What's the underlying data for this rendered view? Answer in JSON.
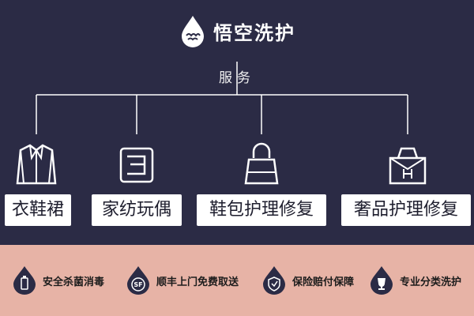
{
  "brand": {
    "name": "悟空洗护",
    "logo_icon": "water-drop-cloud-icon"
  },
  "root": {
    "label": "服务"
  },
  "categories": [
    {
      "label": "衣鞋裙",
      "icon": "jacket-icon"
    },
    {
      "label": "家纺玩偶",
      "icon": "bed-sheet-icon"
    },
    {
      "label": "鞋包护理修复",
      "icon": "handbag-icon"
    },
    {
      "label": "奢品护理修复",
      "icon": "luxury-bag-icon"
    }
  ],
  "features": [
    {
      "label": "安全杀菌消毒",
      "icon": "bottle-drop-icon"
    },
    {
      "label": "顺丰上门免费取送",
      "icon": "sf-drop-icon"
    },
    {
      "label": "保险赔付保障",
      "icon": "shield-drop-icon"
    },
    {
      "label": "专业分类洗护",
      "icon": "trophy-drop-icon"
    }
  ],
  "colors": {
    "background": "#2b2b45",
    "footer": "#e7b3a6",
    "line": "#ffffff",
    "label_box": "#ffffff"
  }
}
